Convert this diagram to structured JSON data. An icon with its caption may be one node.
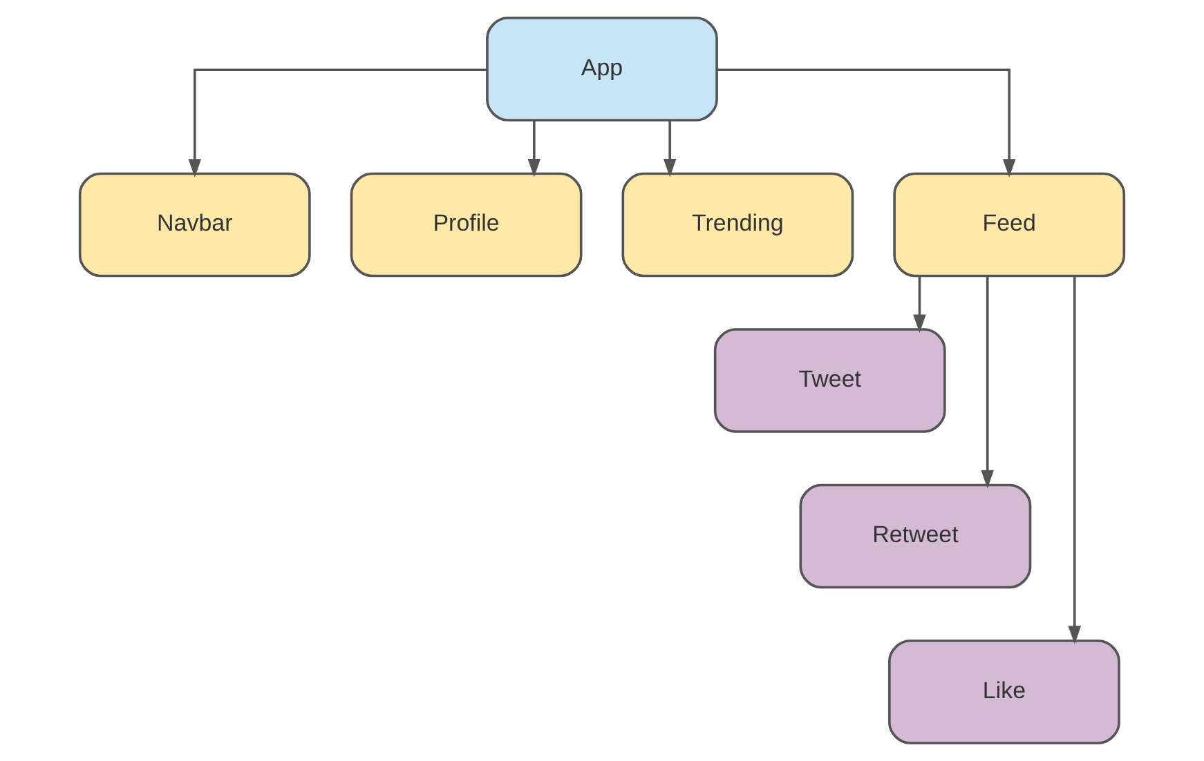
{
  "diagram": {
    "nodes": [
      {
        "text": [
          "App"
        ]
      },
      {
        "text": [
          "Navbar"
        ]
      },
      {
        "text": [
          "Profile"
        ]
      },
      {
        "text": [
          "Trending"
        ]
      },
      {
        "text": [
          "Feed"
        ]
      },
      {
        "text": [
          "Tweet"
        ]
      },
      {
        "text": [
          "Retweet"
        ]
      },
      {
        "text": [
          "Like"
        ]
      }
    ],
    "edges": [
      {
        "from": 0,
        "to": 1,
        "arrow": "to"
      },
      {
        "from": 0,
        "to": 2,
        "arrow": "to"
      },
      {
        "from": 0,
        "to": 3,
        "arrow": "to"
      },
      {
        "from": 0,
        "to": 4,
        "arrow": "to"
      },
      {
        "from": 4,
        "to": 5,
        "arrow": "to"
      },
      {
        "from": 4,
        "to": 6,
        "arrow": "to"
      },
      {
        "from": 4,
        "to": 7,
        "arrow": "to"
      }
    ]
  }
}
